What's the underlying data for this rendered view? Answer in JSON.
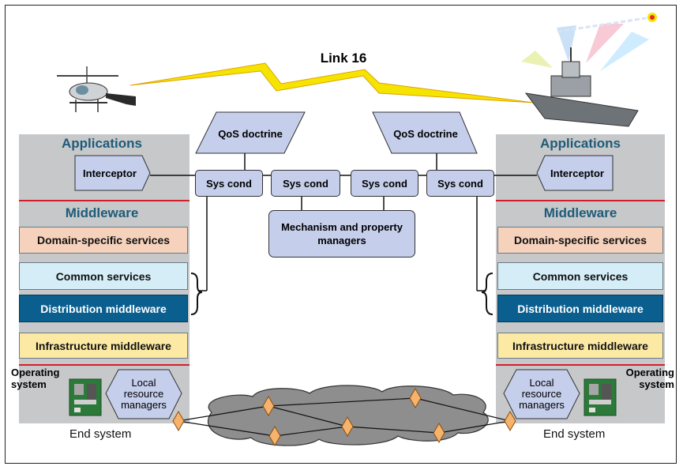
{
  "link_label": "Link 16",
  "left": {
    "applications": "Applications",
    "interceptor": "Interceptor",
    "middleware": "Middleware",
    "domain_services": "Domain-specific services",
    "common_services": "Common services",
    "distribution_middleware": "Distribution middleware",
    "infrastructure_middleware": "Infrastructure middleware",
    "operating_system": "Operating system",
    "local_resource_managers": "Local resource managers",
    "end_system": "End system"
  },
  "right": {
    "applications": "Applications",
    "interceptor": "Interceptor",
    "middleware": "Middleware",
    "domain_services": "Domain-specific services",
    "common_services": "Common services",
    "distribution_middleware": "Distribution middleware",
    "infrastructure_middleware": "Infrastructure middleware",
    "operating_system": "Operating system",
    "local_resource_managers": "Local resource managers",
    "end_system": "End system"
  },
  "qos_doctrine_left": "QoS doctrine",
  "qos_doctrine_right": "QoS doctrine",
  "sys_cond": [
    "Sys cond",
    "Sys cond",
    "Sys cond",
    "Sys cond"
  ],
  "mechanism_managers": "Mechanism and property managers",
  "colors": {
    "panel": "#c6c8ca",
    "header_text": "#1f5b78",
    "divider": "#d21f2b",
    "domain_services": "#f6d2bd",
    "common_services": "#d4edf6",
    "distribution_middleware": "#0b5f8f",
    "infrastructure_middleware": "#fce9a4",
    "sys_cond": "#c5ceeb",
    "link_bolt": "#f5e400",
    "network_cloud": "#8e8e8e",
    "router_node": "#f6b36b"
  },
  "icons": [
    "helicopter-icon",
    "ship-icon",
    "lightning-bolt-icon",
    "circuit-board-icon",
    "network-cloud-icon",
    "router-node-icon"
  ]
}
